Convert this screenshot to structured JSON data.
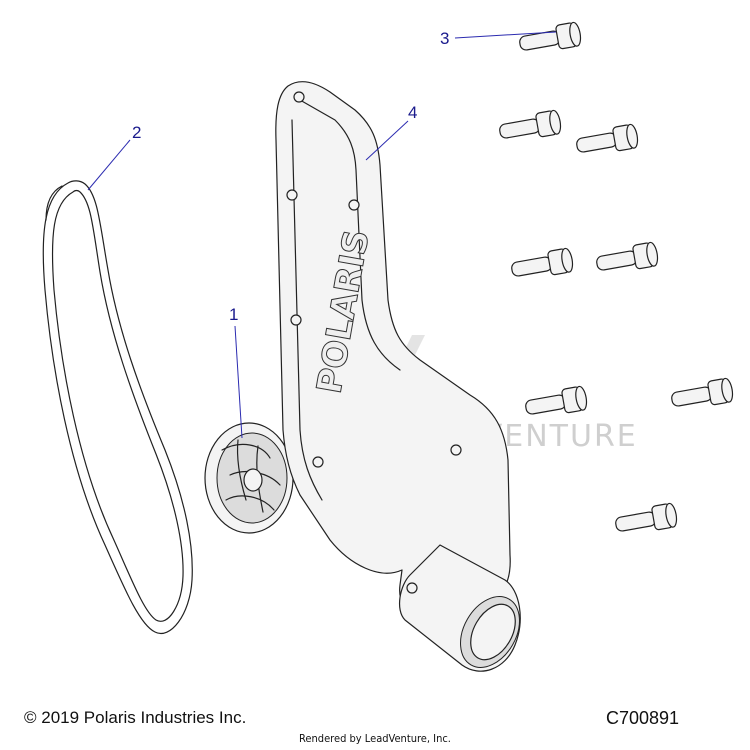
{
  "callouts": [
    {
      "num": "1",
      "part": "impeller"
    },
    {
      "num": "2",
      "part": "belt"
    },
    {
      "num": "3",
      "part": "bolt"
    },
    {
      "num": "4",
      "part": "water-pump-cover"
    }
  ],
  "cover_logo_text": "POLARIS",
  "watermark_text": "LEADVENTURE",
  "footer": {
    "copyright": "© 2019 Polaris Industries Inc.",
    "drawing_id": "C700891",
    "rendered_by": "Rendered by LeadVenture, Inc."
  }
}
